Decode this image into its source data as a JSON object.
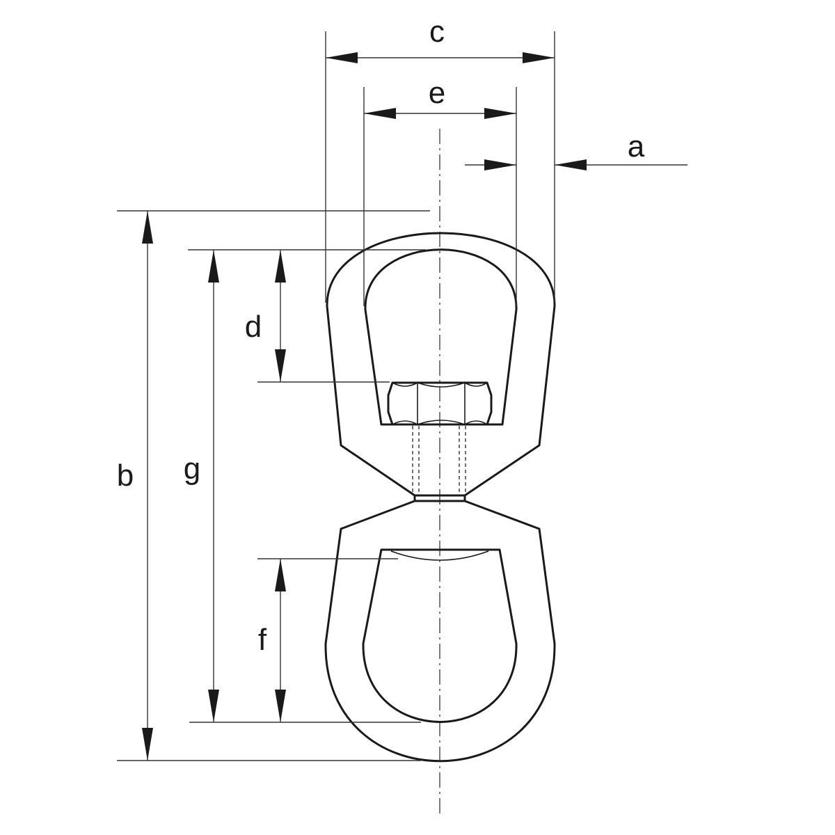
{
  "dimensions": {
    "a": "a",
    "b": "b",
    "c": "c",
    "d": "d",
    "e": "e",
    "f": "f",
    "g": "g"
  },
  "colors": {
    "stroke": "#1a1a1a",
    "background": "#ffffff"
  }
}
